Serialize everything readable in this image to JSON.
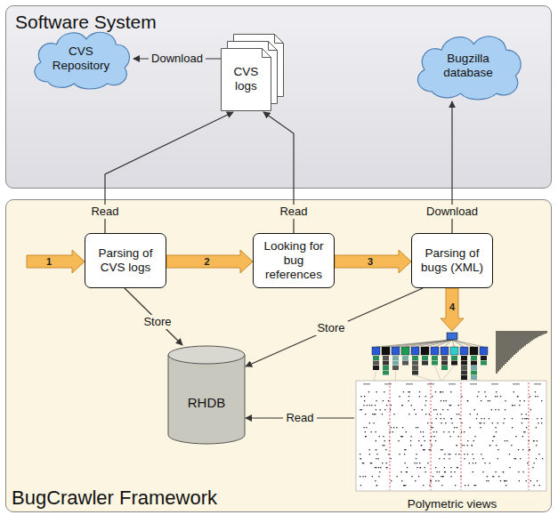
{
  "diagram": {
    "nodes": [
      {
        "text": [
          "Software System"
        ]
      },
      {
        "text": [
          "CVS Repository"
        ],
        "in": 0
      },
      {
        "text": [
          "CVS logs"
        ],
        "in": 0
      },
      {
        "text": [
          "Bugzilla database"
        ],
        "in": 0
      },
      {
        "text": [
          "BugCrawler Framework"
        ]
      },
      {
        "text": [
          "Parsing of CVS logs"
        ],
        "in": 4
      },
      {
        "text": [
          "Looking for bug references"
        ],
        "in": 4
      },
      {
        "text": [
          "Parsing of bugs (XML)"
        ],
        "in": 4
      },
      {
        "text": [
          "RHDB"
        ],
        "in": 4
      },
      {
        "text": [
          "Polymetric views"
        ],
        "in": 4
      }
    ],
    "edges": [
      {
        "from": 2,
        "to": 1,
        "label": "Download",
        "arrow": "to"
      },
      {
        "from": 5,
        "to": 2,
        "label": "Read",
        "arrow": "to"
      },
      {
        "from": 6,
        "to": 2,
        "label": "Read",
        "arrow": "to"
      },
      {
        "from": 7,
        "to": 3,
        "label": "Download",
        "arrow": "to"
      },
      {
        "from": 5,
        "to": 8,
        "label": "Store",
        "arrow": "to"
      },
      {
        "from": 7,
        "to": 8,
        "label": "Store",
        "arrow": "to"
      },
      {
        "from": 9,
        "to": 8,
        "label": "Read",
        "arrow": "to"
      },
      {
        "from": 5,
        "to": 6,
        "label": "2",
        "arrow": "to"
      },
      {
        "from": 6,
        "to": 7,
        "label": "3",
        "arrow": "to"
      },
      {
        "from": 7,
        "to": 9,
        "label": "4",
        "arrow": "to"
      }
    ],
    "labels": [
      "1"
    ]
  }
}
